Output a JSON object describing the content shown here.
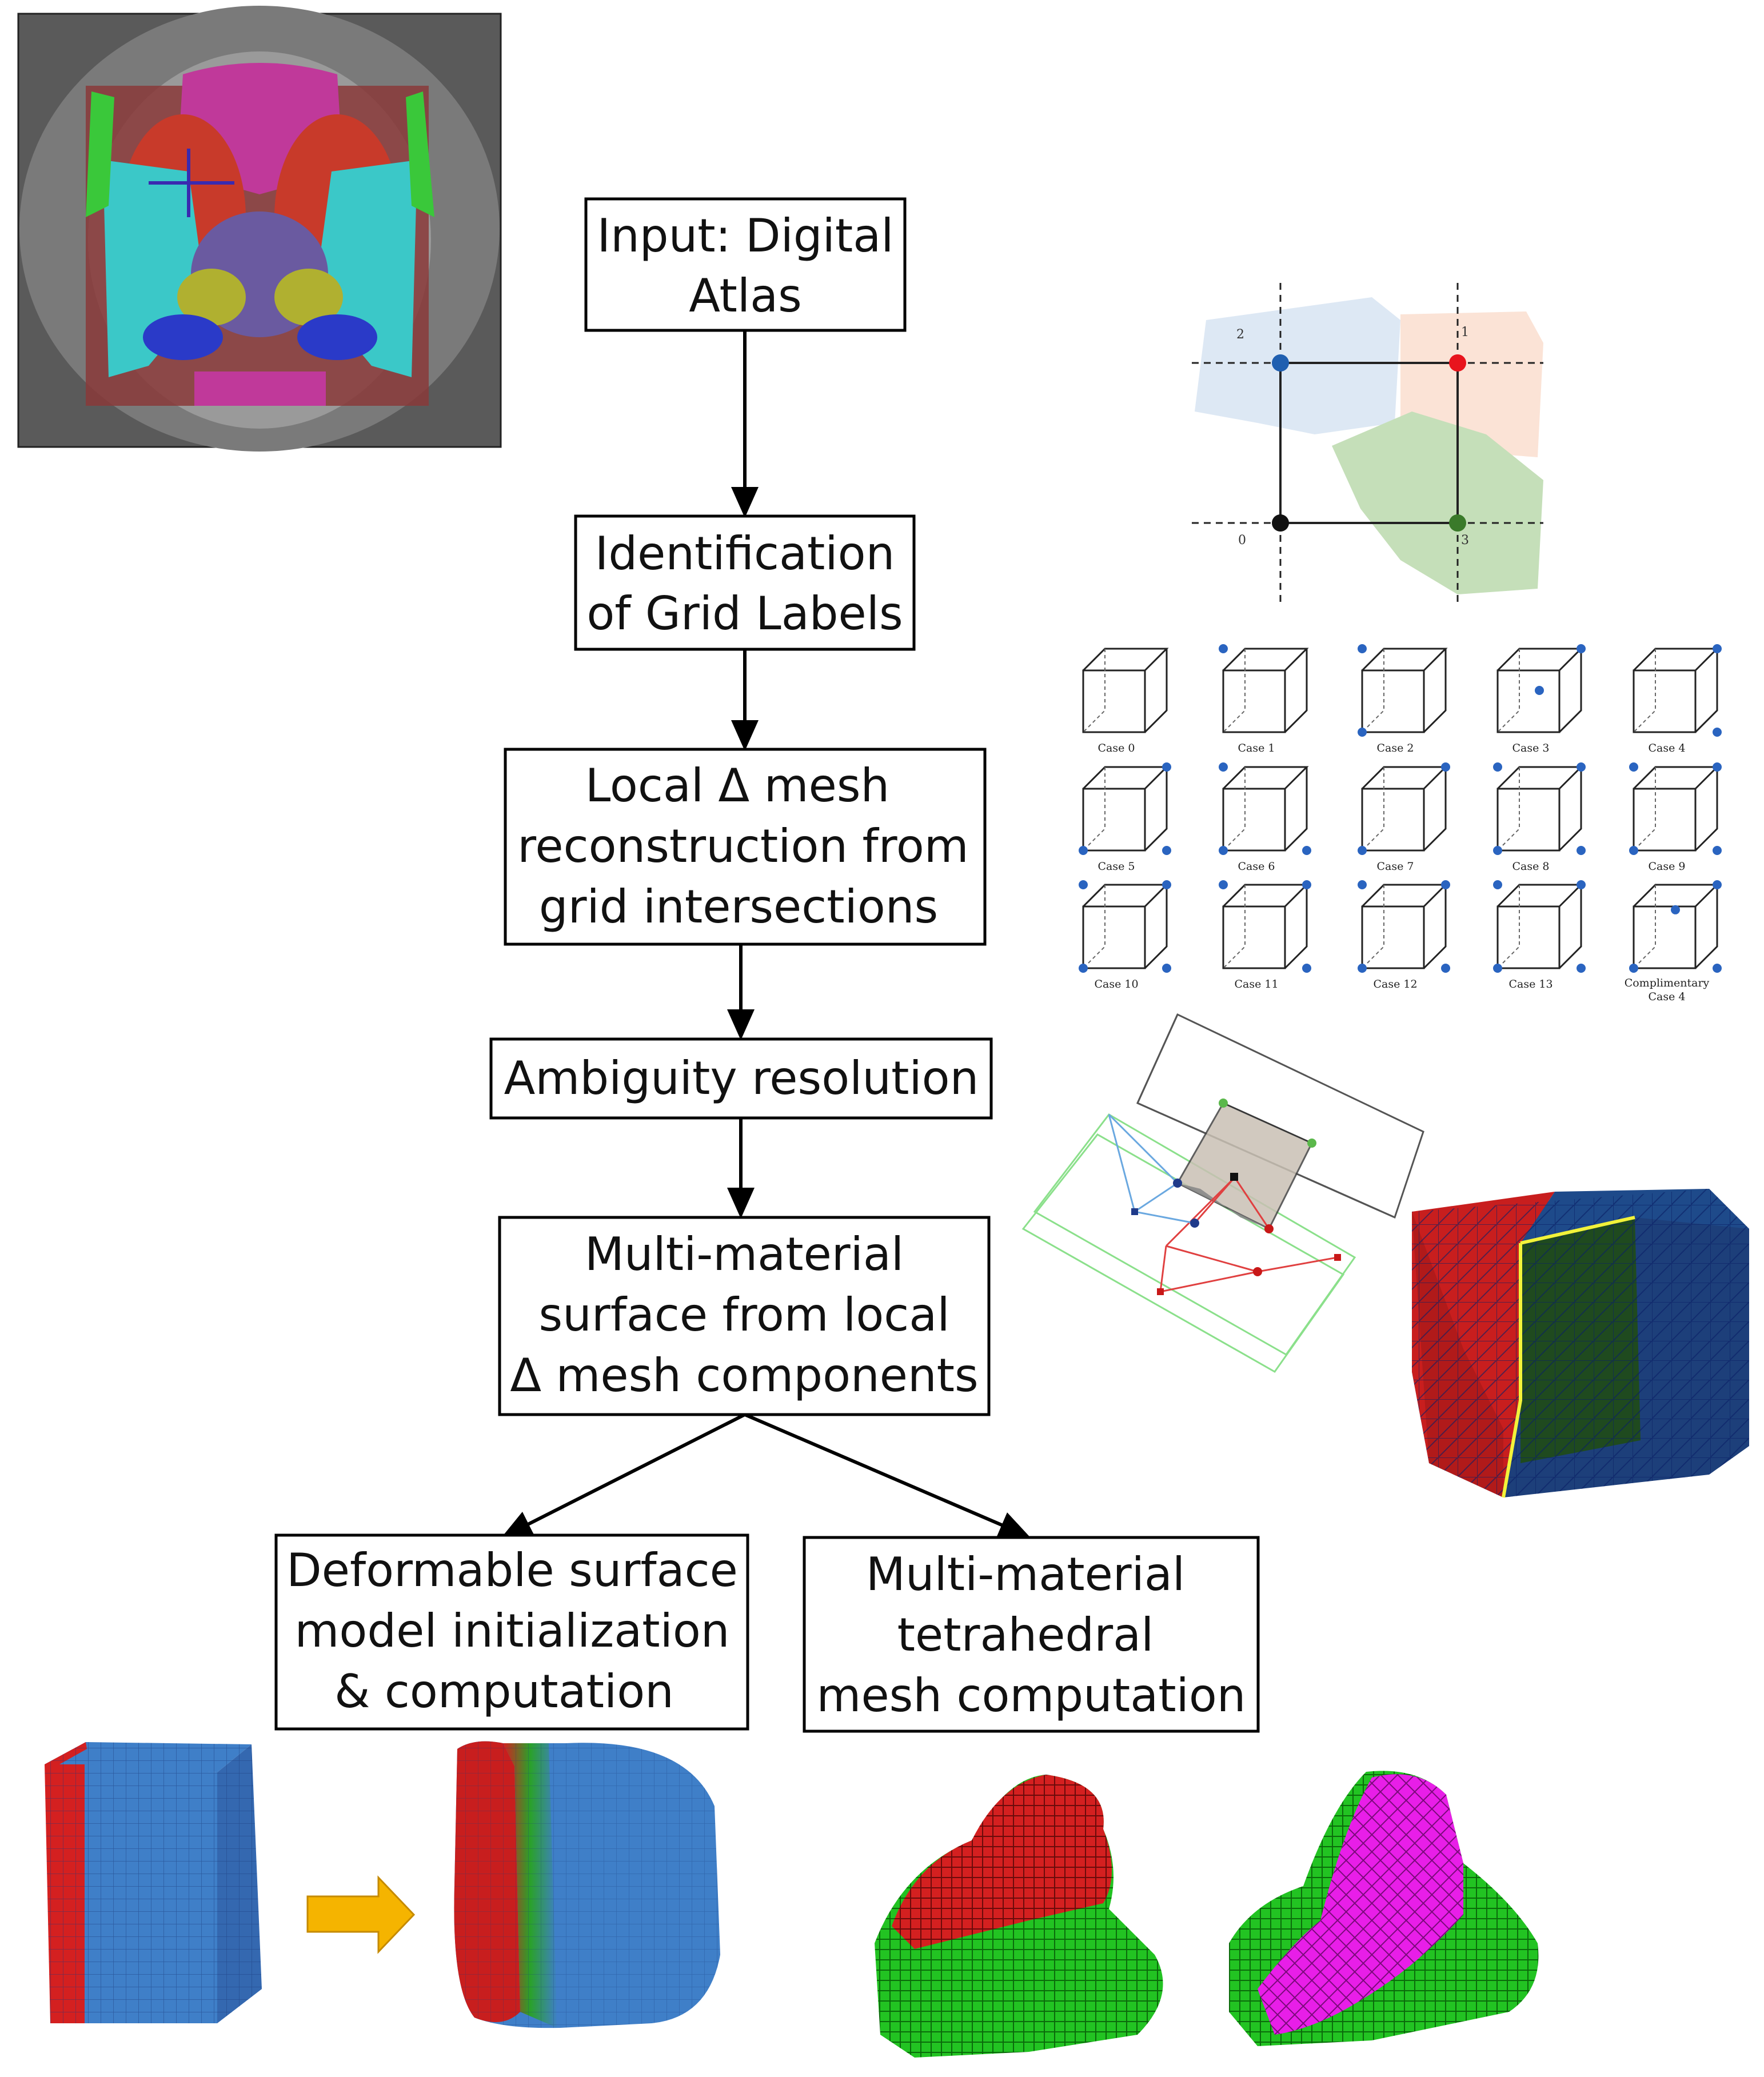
{
  "flowchart": {
    "steps": [
      {
        "lines": [
          "Input: Digital",
          "Atlas"
        ]
      },
      {
        "lines": [
          "Identification",
          "of Grid Labels"
        ]
      },
      {
        "lines": [
          "Local Δ mesh",
          "reconstruction from",
          "grid intersections"
        ]
      },
      {
        "lines": [
          "Ambiguity resolution"
        ]
      },
      {
        "lines": [
          "Multi-material",
          "surface from local",
          "Δ mesh components"
        ]
      },
      {
        "lines": [
          "Deformable surface",
          "model initialization",
          "& computation"
        ]
      },
      {
        "lines": [
          "Multi-material",
          "tetrahedral",
          "mesh computation"
        ]
      }
    ]
  },
  "grid_diagram": {
    "corner_labels": [
      "2",
      "1",
      "0",
      "3"
    ],
    "colors": {
      "region_blue": "#dde8f4",
      "region_orange": "#fbe3d6",
      "region_green": "#c5dfb9",
      "node_blue": "#1f5fb0",
      "node_red": "#e8141d",
      "node_black": "#111111",
      "node_green": "#3a7a2a"
    }
  },
  "cases": {
    "labels": [
      "Case 0",
      "Case 1",
      "Case 2",
      "Case 3",
      "Case 4",
      "Case 5",
      "Case 6",
      "Case 7",
      "Case 8",
      "Case 9",
      "Case 10",
      "Case 11",
      "Case 12",
      "Case 13",
      "Complimentary",
      "Case 4"
    ]
  },
  "colors": {
    "mesh_red": "#d42020",
    "mesh_blue": "#3f7fc8",
    "mesh_green": "#22c322",
    "mesh_magenta": "#e81ee8",
    "arrow_yellow": "#f5b400",
    "box_stroke": "#000000"
  }
}
